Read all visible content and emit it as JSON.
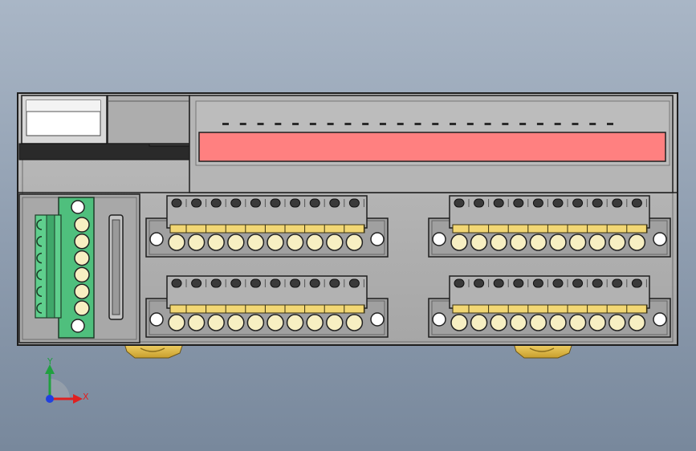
{
  "viewport": {
    "background_top": "#a9b6c6",
    "background_bottom": "#78889c"
  },
  "module": {
    "housing_color": "#b3b3b3",
    "housing_dark": "#8c8c8c",
    "edge_color": "#1e1e1e",
    "indicator_bar_color": "#ff8080",
    "led_marker_count": 23,
    "power_connector": {
      "color": "#4fbf7d",
      "terminal_count": 6
    },
    "terminal_blocks": [
      {
        "id": "top-left",
        "screw_count": 10
      },
      {
        "id": "top-right",
        "screw_count": 10
      },
      {
        "id": "bottom-left",
        "screw_count": 10
      },
      {
        "id": "bottom-right",
        "screw_count": 10
      }
    ],
    "terminal_colors": {
      "screw_fill": "#f7efc2",
      "contact_strip": "#f2d774"
    },
    "din_clip_color": "#e8c75a"
  },
  "triad": {
    "x_label": "X",
    "y_label": "Y",
    "x_color": "#e02020",
    "y_color": "#20a040",
    "z_color": "#2040e0"
  }
}
